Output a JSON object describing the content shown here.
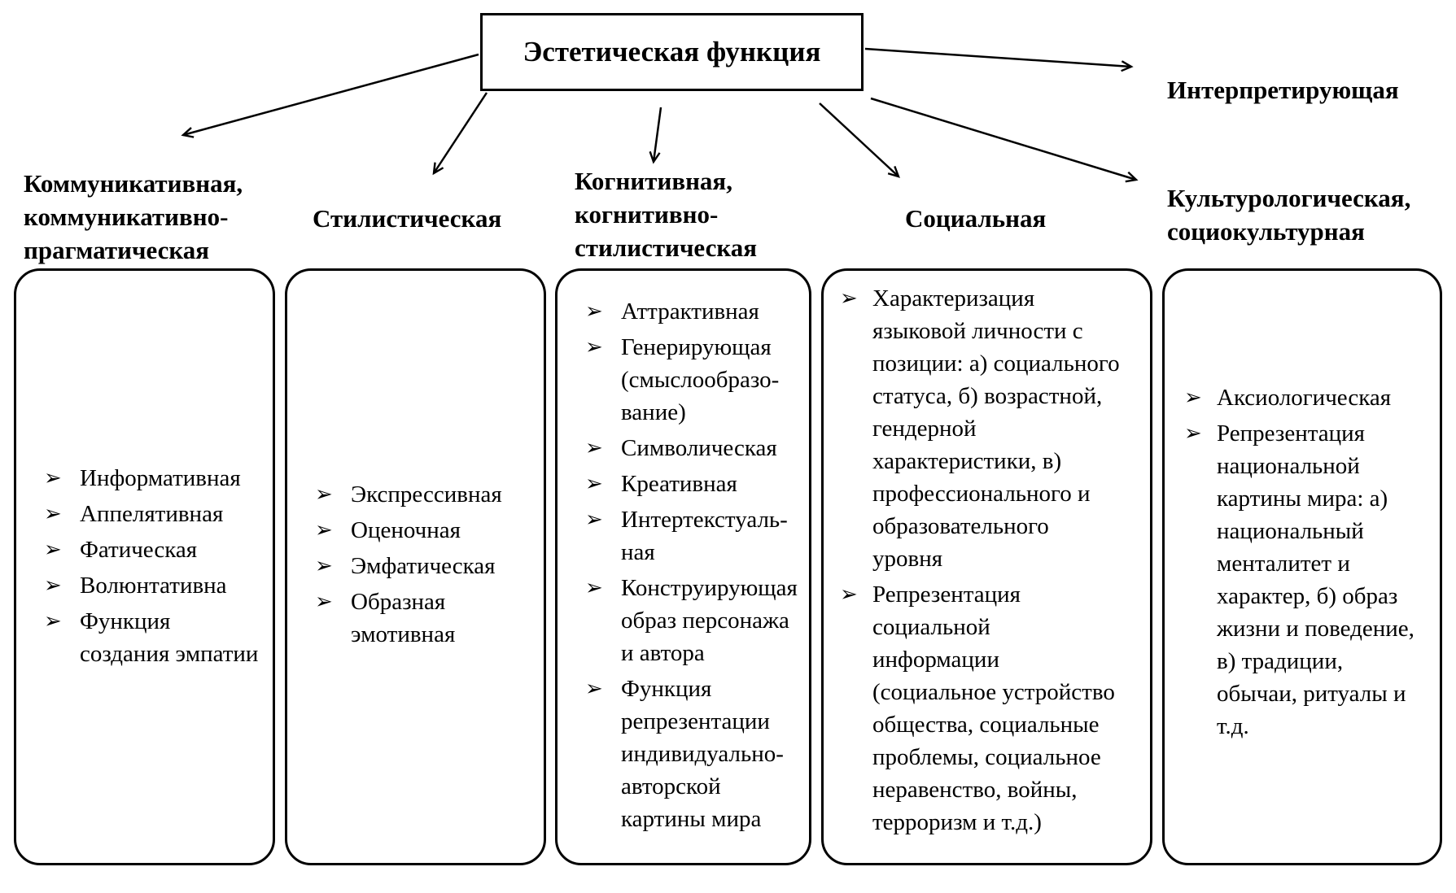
{
  "diagram": {
    "colors": {
      "ink": "#000000",
      "background": "#ffffff"
    },
    "bullet": "➢",
    "root": {
      "label": "Эстетическая функция"
    },
    "satellite": {
      "label": "Интерпретирующая"
    },
    "columns": [
      {
        "header": "Коммуникативная,\nкоммуникативно-\nпрагматическая",
        "items": [
          "Информативная",
          "Аппелятивная",
          "Фатическая",
          "Волюнтативна",
          "Функция\nсоздания эмпатии"
        ]
      },
      {
        "header": "Стилистическая",
        "items": [
          "Экспрессивная",
          "Оценочная",
          "Эмфатическая",
          "Образная\nэмотивная"
        ]
      },
      {
        "header": "Когнитивная,\nкогнитивно-\nстилистическая",
        "items": [
          "Аттрактивная",
          "Генерирующая\n(смыслообразо-\nвание)",
          "Символическая",
          "Креативная",
          "Интертекстуаль-\nная",
          "Конструирующая\nобраз персонажа\nи автора",
          "Функция\nрепрезентации\nиндивидуально-\nавторской\nкартины мира"
        ]
      },
      {
        "header": "Социальная",
        "items": [
          "Характеризация\nязыковой личности с\nпозиции: а) социального\nстатуса, б) возрастной,\nгендерной\nхарактеристики, в)\nпрофессионального и\nобразовательного\nуровня",
          "Репрезентация\nсоциальной\nинформации\n(социальное устройство\nобщества, социальные\nпроблемы, социальное\nнеравенство, войны,\nтерроризм и т.д.)"
        ]
      },
      {
        "header": "Культурологическая,\nсоциокультурная",
        "items": [
          "Аксиологическая",
          "Репрезентация\nнациональной\nкартины мира: а)\nнациональный\nменталитет и\nхарактер, б) образ\nжизни и поведение,\nв) традиции,\nобычаи, ритуалы и\nт.д."
        ]
      }
    ]
  }
}
